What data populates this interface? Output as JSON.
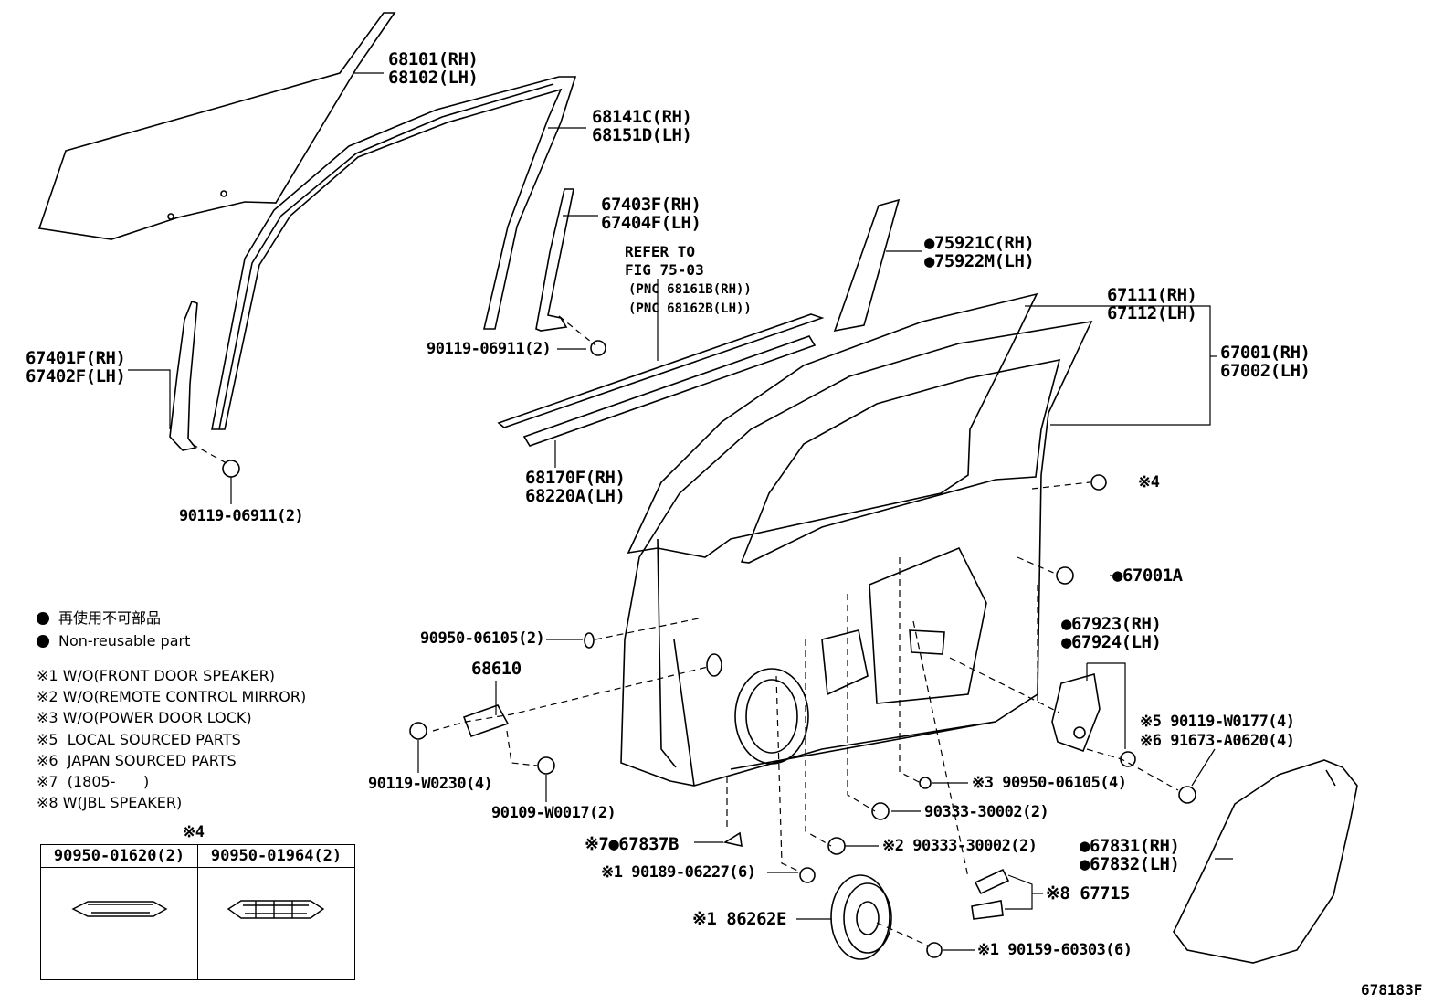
{
  "labels": {
    "glass": [
      "68101(RH)",
      "68102(LH)"
    ],
    "run_channel": [
      "68141C(RH)",
      "68151D(LH)"
    ],
    "rear_division": [
      "67403F(RH)",
      "67404F(LH)"
    ],
    "refer_to": [
      "REFER TO",
      "FIG 75-03",
      "(PNC 68161B(RH))",
      "(PNC 68162B(LH))"
    ],
    "stripe": [
      "●75921C(RH)",
      "●75922M(LH)"
    ],
    "frame": [
      "67111(RH)",
      "67112(LH)"
    ],
    "door_panel": [
      "67001(RH)",
      "67002(LH)"
    ],
    "front_division": [
      "67401F(RH)",
      "67402F(LH)"
    ],
    "bolt_upper": "90119-06911(2)",
    "bolt_lower": "90119-06911(2)",
    "weatherstrip": [
      "68170F(RH)",
      "68220A(LH)"
    ],
    "clip_x4": "※4",
    "part_67001A": "●67001A",
    "plug_90950": "90950-06105(2)",
    "check_68610": "68610",
    "seal_67923": [
      "●67923(RH)",
      "●67924(LH)"
    ],
    "screw_x5": "※5 90119-W0177(4)",
    "nut_x6": "※6 91673-A0620(4)",
    "bolt_w0230": "90119-W0230(4)",
    "bolt_w0017": "90109-W0017(2)",
    "plug_x3": "※3 90950-06105(4)",
    "plug_30002": "90333-30002(2)",
    "plug_x2": "※2 90333-30002(2)",
    "part_67837": "※7●67837B",
    "service_cover": [
      "●67831(RH)",
      "●67832(LH)"
    ],
    "bolt_x1_06227": "※1 90189-06227(6)",
    "pad_67715": "※8 67715",
    "speaker": "※1 86262E",
    "screw_x1_60303": "※1 90159-60303(6)",
    "figure_id": "678183F"
  },
  "legend": {
    "non_reusable_jp": "再使用不可部品",
    "non_reusable_en": "Non-reusable part",
    "notes": [
      "※1 W/O(FRONT DOOR SPEAKER)",
      "※2 W/O(REMOTE CONTROL MIRROR)",
      "※3 W/O(POWER DOOR LOCK)",
      "※5  LOCAL SOURCED PARTS",
      "※6  JAPAN SOURCED PARTS",
      "※7  (1805-      )",
      "※8 W(JBL SPEAKER)"
    ]
  },
  "clip_table": {
    "title": "※4",
    "col1": "90950-01620(2)",
    "col2": "90950-01964(2)"
  }
}
